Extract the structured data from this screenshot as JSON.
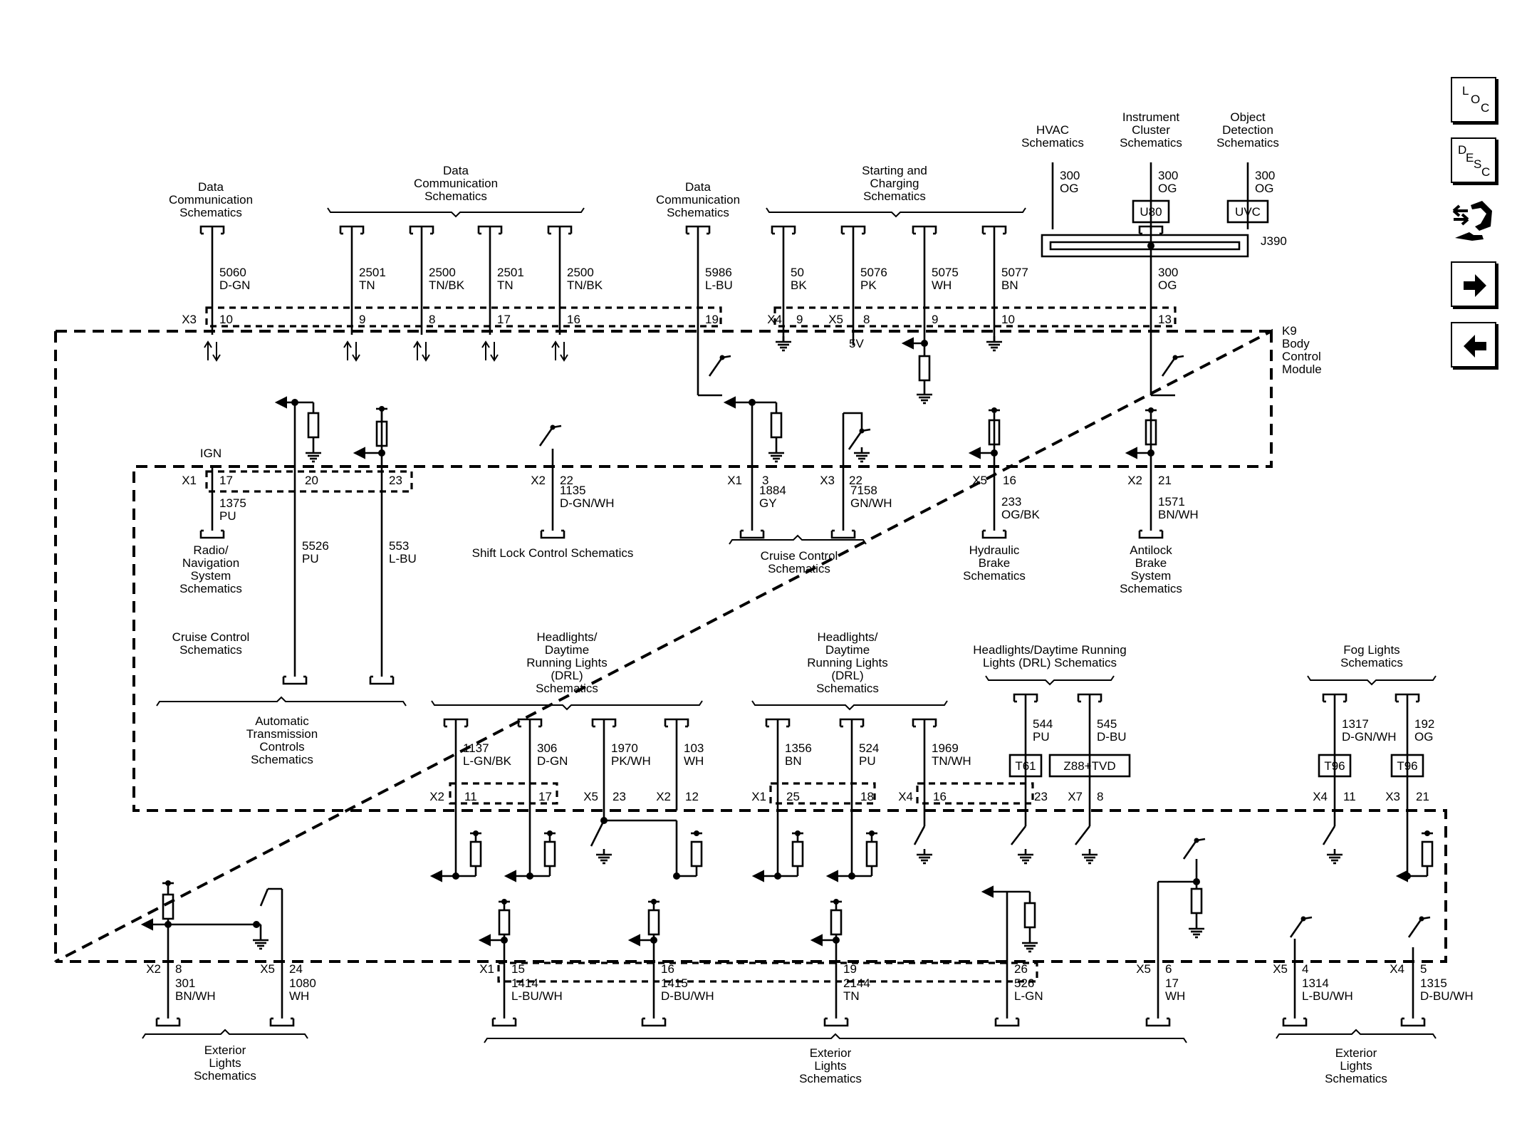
{
  "nav": {
    "loc": [
      "L",
      "O",
      "C"
    ],
    "desc": [
      "D",
      "E",
      "S",
      "C"
    ],
    "icons": [
      "loc-button",
      "desc-button",
      "connector-end-view-icon",
      "next-arrow-icon",
      "previous-arrow-icon"
    ]
  },
  "module": {
    "name": [
      "K9",
      "Body",
      "Control",
      "Module"
    ]
  },
  "junction": {
    "label": "J390"
  },
  "top_labels": {
    "data_comm_1": [
      "Data",
      "Communication",
      "Schematics"
    ],
    "data_comm_2": [
      "Data",
      "Communication",
      "Schematics"
    ],
    "data_comm_3": [
      "Data",
      "Communication",
      "Schematics"
    ],
    "starting": [
      "Starting and",
      "Charging",
      "Schematics"
    ],
    "hvac": [
      "HVAC",
      "Schematics"
    ],
    "cluster": [
      "Instrument",
      "Cluster",
      "Schematics"
    ],
    "object": [
      "Object",
      "Detection",
      "Schematics"
    ]
  },
  "splices": {
    "u80": "U80",
    "uvc": "UVC",
    "t61": "T61",
    "z88": "Z88+TVD",
    "t96a": "T96",
    "t96b": "T96"
  },
  "supply_labels": {
    "ign": "IGN",
    "fivev": "5V"
  },
  "top_wires": [
    {
      "circuit": "5060",
      "color": "D-GN",
      "conn": "X3",
      "pin": "10"
    },
    {
      "circuit": "2501",
      "color": "TN",
      "conn": "",
      "pin": "9"
    },
    {
      "circuit": "2500",
      "color": "TN/BK",
      "conn": "",
      "pin": "8"
    },
    {
      "circuit": "2501",
      "color": "TN",
      "conn": "",
      "pin": "17"
    },
    {
      "circuit": "2500",
      "color": "TN/BK",
      "conn": "",
      "pin": "16"
    },
    {
      "circuit": "5986",
      "color": "L-BU",
      "conn": "",
      "pin": "19"
    },
    {
      "circuit": "50",
      "color": "BK",
      "conn": "X4",
      "pin": "9"
    },
    {
      "circuit": "5076",
      "color": "PK",
      "conn": "X5",
      "pin": "8"
    },
    {
      "circuit": "5075",
      "color": "WH",
      "conn": "",
      "pin": "9"
    },
    {
      "circuit": "5077",
      "color": "BN",
      "conn": "",
      "pin": "10"
    },
    {
      "circuit": "300",
      "color": "OG",
      "conn": "",
      "pin": "13"
    }
  ],
  "hvac_wires": [
    {
      "circuit": "300",
      "color": "OG"
    },
    {
      "circuit": "300",
      "color": "OG"
    },
    {
      "circuit": "300",
      "color": "OG"
    }
  ],
  "mid_wires": [
    {
      "circuit": "1375",
      "color": "PU",
      "conn": "X1",
      "pin": "17"
    },
    {
      "circuit": "5526",
      "color": "PU",
      "conn": "",
      "pin": "20"
    },
    {
      "circuit": "553",
      "color": "L-BU",
      "conn": "",
      "pin": "23"
    },
    {
      "circuit": "1135",
      "color": "D-GN/WH",
      "conn": "X2",
      "pin": "22"
    },
    {
      "circuit": "1884",
      "color": "GY",
      "conn": "X1",
      "pin": "3"
    },
    {
      "circuit": "7158",
      "color": "GN/WH",
      "conn": "X3",
      "pin": "22"
    },
    {
      "circuit": "233",
      "color": "OG/BK",
      "conn": "X5",
      "pin": "16"
    },
    {
      "circuit": "1571",
      "color": "BN/WH",
      "conn": "X2",
      "pin": "21"
    }
  ],
  "mid_labels": {
    "radio": [
      "Radio/",
      "Navigation",
      "System",
      "Schematics"
    ],
    "shift": [
      "Shift Lock Control Schematics"
    ],
    "cruise1": [
      "Cruise Control",
      "Schematics"
    ],
    "cruise2": [
      "Cruise Control",
      "Schematics"
    ],
    "hydraulic": [
      "Hydraulic",
      "Brake",
      "Schematics"
    ],
    "abs": [
      "Antilock",
      "Brake",
      "System",
      "Schematics"
    ],
    "trans": [
      "Automatic",
      "Transmission",
      "Controls",
      "Schematics"
    ]
  },
  "lower_labels": {
    "head1": [
      "Headlights/",
      "Daytime",
      "Running Lights",
      "(DRL)",
      "Schematics"
    ],
    "head2": [
      "Headlights/",
      "Daytime",
      "Running Lights",
      "(DRL)",
      "Schematics"
    ],
    "head3": [
      "Headlights/Daytime Running",
      "Lights (DRL) Schematics"
    ],
    "fog": [
      "Fog Lights",
      "Schematics"
    ]
  },
  "lower_wires": [
    {
      "circuit": "1137",
      "color": "L-GN/BK",
      "conn": "X2",
      "pin": "11"
    },
    {
      "circuit": "306",
      "color": "D-GN",
      "conn": "",
      "pin": "17"
    },
    {
      "circuit": "1970",
      "color": "PK/WH",
      "conn": "X5",
      "pin": "23"
    },
    {
      "circuit": "103",
      "color": "WH",
      "conn": "X2",
      "pin": "12"
    },
    {
      "circuit": "1356",
      "color": "BN",
      "conn": "X1",
      "pin": "25"
    },
    {
      "circuit": "524",
      "color": "PU",
      "conn": "",
      "pin": "18"
    },
    {
      "circuit": "1969",
      "color": "TN/WH",
      "conn": "X4",
      "pin": "16"
    },
    {
      "circuit": "544",
      "color": "PU",
      "conn": "",
      "pin": "23"
    },
    {
      "circuit": "545",
      "color": "D-BU",
      "conn": "X7",
      "pin": "8"
    },
    {
      "circuit": "1317",
      "color": "D-GN/WH",
      "conn": "X4",
      "pin": "11"
    },
    {
      "circuit": "192",
      "color": "OG",
      "conn": "X3",
      "pin": "21"
    }
  ],
  "bottom_wires": [
    {
      "circuit": "301",
      "color": "BN/WH",
      "conn": "X2",
      "pin": "8"
    },
    {
      "circuit": "1080",
      "color": "WH",
      "conn": "X5",
      "pin": "24"
    },
    {
      "circuit": "1414",
      "color": "L-BU/WH",
      "conn": "X1",
      "pin": "15"
    },
    {
      "circuit": "1415",
      "color": "D-BU/WH",
      "conn": "",
      "pin": "16"
    },
    {
      "circuit": "2144",
      "color": "TN",
      "conn": "",
      "pin": "19"
    },
    {
      "circuit": "526",
      "color": "L-GN",
      "conn": "",
      "pin": "26"
    },
    {
      "circuit": "17",
      "color": "WH",
      "conn": "X5",
      "pin": "6"
    },
    {
      "circuit": "1314",
      "color": "L-BU/WH",
      "conn": "X5",
      "pin": "4"
    },
    {
      "circuit": "1315",
      "color": "D-BU/WH",
      "conn": "X4",
      "pin": "5"
    }
  ],
  "bottom_labels": {
    "ext1": [
      "Exterior",
      "Lights",
      "Schematics"
    ],
    "ext2": [
      "Exterior",
      "Lights",
      "Schematics"
    ],
    "ext3": [
      "Exterior",
      "Lights",
      "Schematics"
    ]
  }
}
